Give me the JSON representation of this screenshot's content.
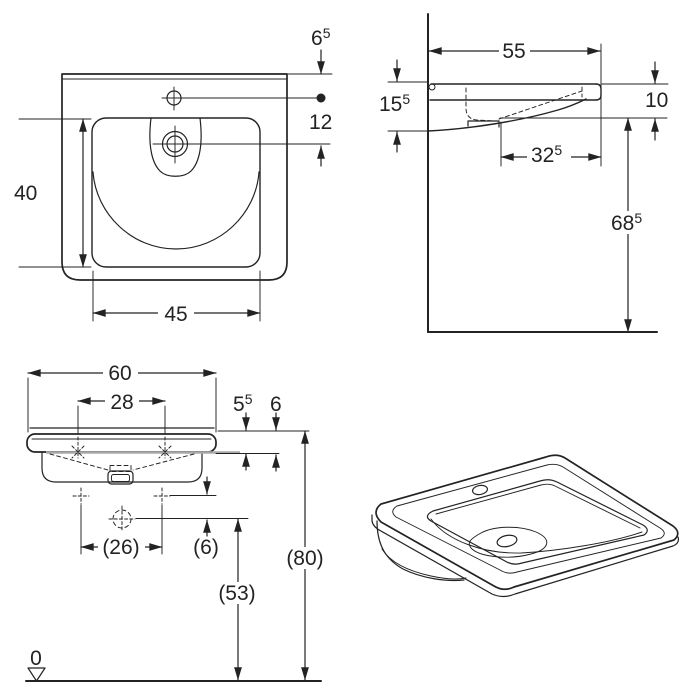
{
  "views": {
    "plan": {
      "labels": {
        "tap_setback": {
          "value": "6",
          "sup": "5"
        },
        "tap_to_drain": {
          "value": "12"
        },
        "bowl_depth": {
          "value": "40"
        },
        "bowl_width": {
          "value": "45"
        }
      }
    },
    "side": {
      "labels": {
        "total_depth": {
          "value": "55"
        },
        "rear_edge_height": {
          "value": "15",
          "sup": "5"
        },
        "front_edge_height": {
          "value": "10"
        },
        "clearance_depth": {
          "value": "32",
          "sup": "5"
        },
        "underside_clearance_height": {
          "value": "68",
          "sup": "5"
        }
      }
    },
    "front": {
      "labels": {
        "total_width": {
          "value": "60"
        },
        "fixing_hole_spacing": {
          "value": "28"
        },
        "front_lip_drop": {
          "value": "5",
          "sup": "5"
        },
        "underside_drop": {
          "value": "6"
        },
        "bracket_hole_spacing": {
          "value": "(26)"
        },
        "bracket_to_drain_drop": {
          "value": "(6)"
        },
        "drain_height": {
          "value": "(53)"
        },
        "rim_height": {
          "value": "(80)"
        },
        "datum_level": {
          "value": "0"
        }
      }
    },
    "perspective": {}
  },
  "colors": {
    "line": "#232323",
    "shadow_line": "#a8a8a8",
    "background": "#ffffff"
  }
}
